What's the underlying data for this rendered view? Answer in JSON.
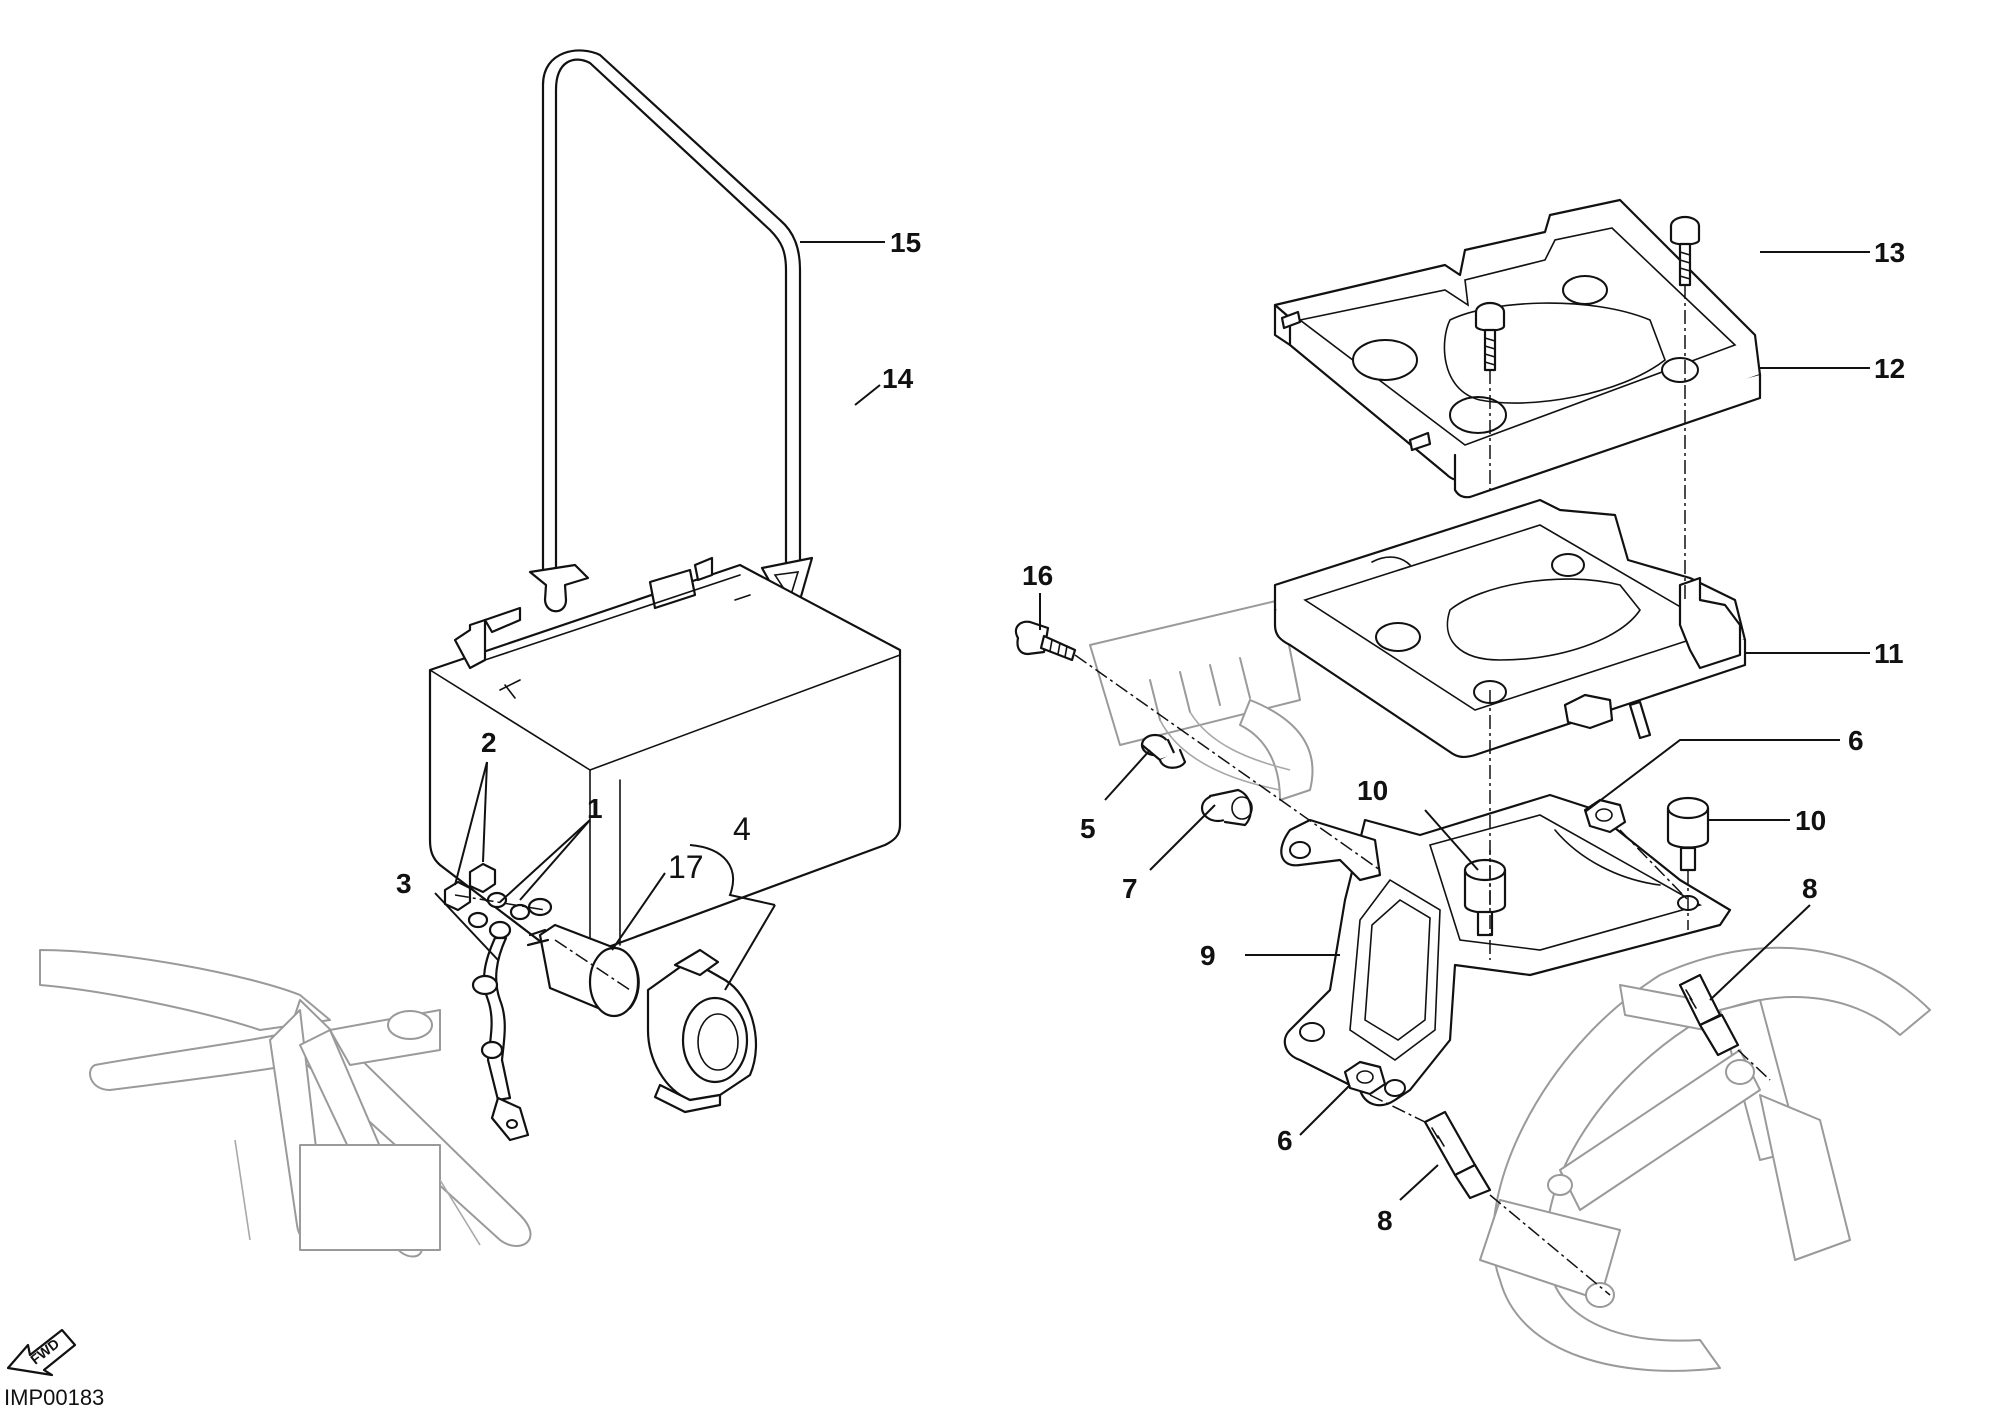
{
  "diagram": {
    "drawing_code": "IMP00183",
    "fwd_label": "FWD",
    "callouts": {
      "c1": "1",
      "c2": "2",
      "c3": "3",
      "c4": "4",
      "c5": "5",
      "c6a": "6",
      "c6b": "6",
      "c7": "7",
      "c8a": "8",
      "c8b": "8",
      "c9": "9",
      "c10a": "10",
      "c10b": "10",
      "c11": "11",
      "c12": "12",
      "c13": "13",
      "c14": "14",
      "c15": "15",
      "c16": "16",
      "c17": "17"
    },
    "colors": {
      "line": "#111111",
      "ghost": "#9a9a9a",
      "background": "#ffffff"
    }
  }
}
